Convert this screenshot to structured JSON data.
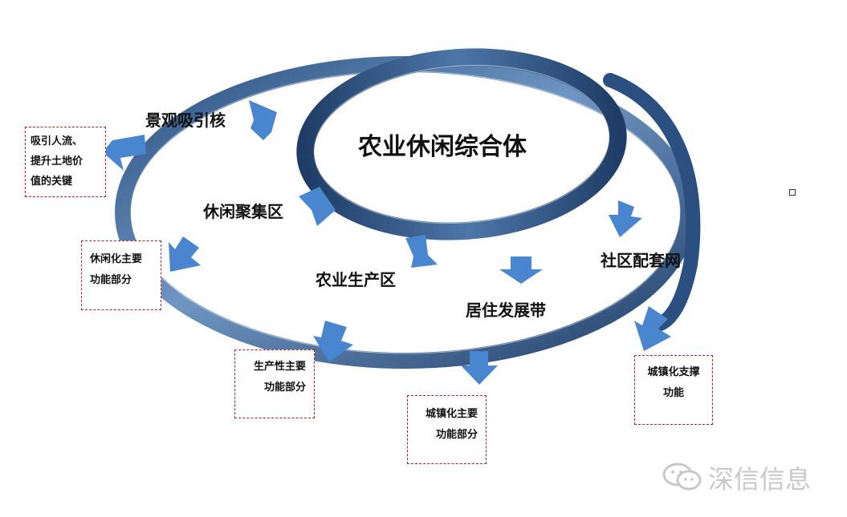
{
  "core": {
    "title": "农业休闲综合体"
  },
  "zones": {
    "landscape": "景观吸引核",
    "leisure": "休闲聚集区",
    "agri": "农业生产区",
    "residential": "居住发展带",
    "community": "社区配套网"
  },
  "notes": {
    "attract": [
      "吸引人流、",
      "提升土地价",
      "值的关键"
    ],
    "leisure_func": [
      "休闲化主要",
      "功能部分"
    ],
    "production_func": [
      "生产性主要",
      "功能部分"
    ],
    "urban_func": [
      "城镇化主要",
      "功能部分"
    ],
    "urban_support": [
      "城镇化支撑",
      "功能"
    ]
  },
  "watermark": {
    "text": "深信信息",
    "icon": "wechat-icon"
  },
  "colors": {
    "ribbon_dark": "#1f3d66",
    "ribbon_light": "#6f96c2",
    "arrow": "#4a86cf",
    "note_border": "#b22222"
  }
}
